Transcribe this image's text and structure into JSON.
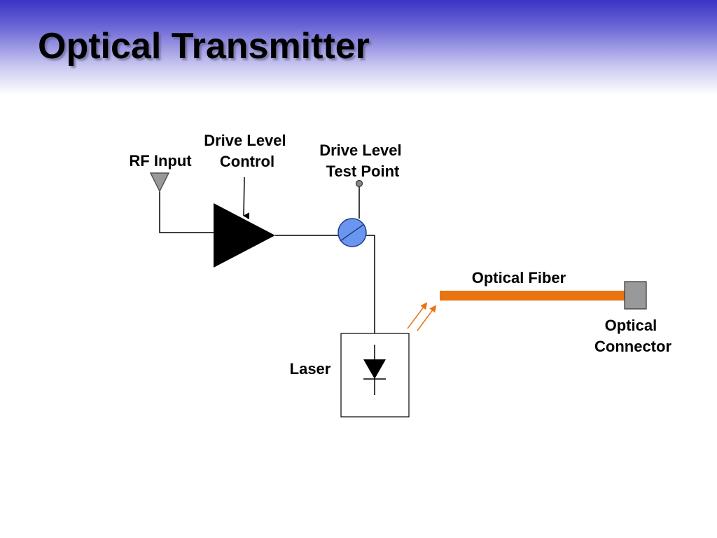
{
  "title": "Optical Transmitter",
  "labels": {
    "rf_input": "RF Input",
    "drive_level_control": [
      "Drive Level",
      "Control"
    ],
    "drive_level_test_point": [
      "Drive Level",
      "Test Point"
    ],
    "optical_fiber": "Optical Fiber",
    "optical_connector": [
      "Optical",
      "Connector"
    ],
    "laser": "Laser"
  },
  "colors": {
    "header_top": "#3a33c6",
    "coupler_fill": "#6b96ef",
    "fiber": "#e87511",
    "connector": "#999999",
    "light_arrows": "#e87511",
    "rf_antenna": "#999999"
  }
}
